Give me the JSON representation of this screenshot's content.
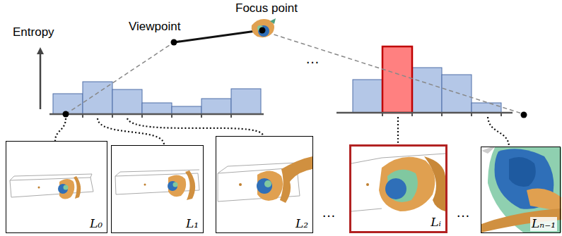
{
  "diagram": {
    "nodes": [
      {
        "text": [
          "L₀"
        ]
      },
      {
        "text": [
          "L₁"
        ]
      },
      {
        "text": [
          "L₂"
        ]
      },
      {
        "text": [
          "Lᵢ"
        ]
      },
      {
        "text": [
          "Lₙ₋₁"
        ]
      }
    ],
    "labels": [
      "Entropy",
      "Viewpoint",
      "Focus point",
      "…",
      "…",
      "…"
    ]
  }
}
